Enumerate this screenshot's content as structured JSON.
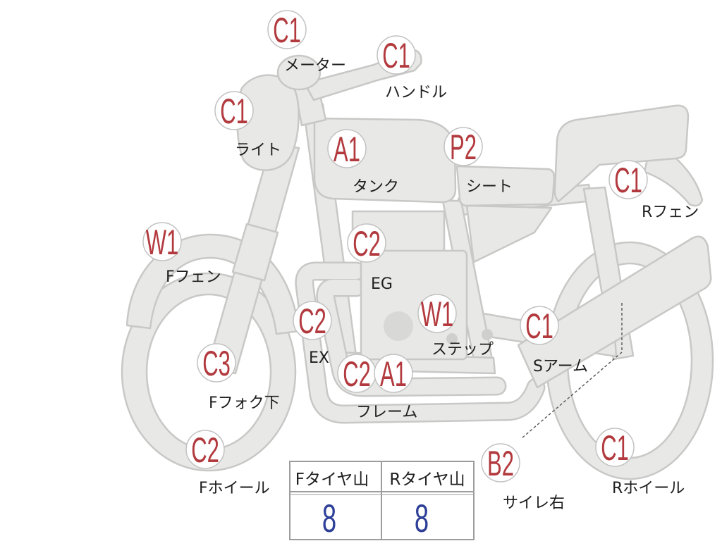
{
  "parts": {
    "meter": {
      "grade": "C1",
      "label": "メーター"
    },
    "handle": {
      "grade": "C1",
      "label": "ハンドル"
    },
    "light": {
      "grade": "C1",
      "label": "ライト"
    },
    "tank": {
      "grade": "A1",
      "label": "タンク"
    },
    "seat": {
      "grade": "P2",
      "label": "シート"
    },
    "rear_fender": {
      "grade": "C1",
      "label": "Rフェン"
    },
    "front_fender": {
      "grade": "W1",
      "label": "Fフェン"
    },
    "engine": {
      "grade": "C2",
      "label": "EG"
    },
    "exhaust": {
      "grade": "C2",
      "label": "EX"
    },
    "step": {
      "grade": "W1",
      "label": "ステップ"
    },
    "swing_arm": {
      "grade": "C1",
      "label": "Sアーム"
    },
    "front_fork_lower": {
      "grade": "C3",
      "label": "Fフォク下"
    },
    "frame": {
      "grades": [
        "C2",
        "A1"
      ],
      "label": "フレーム"
    },
    "front_wheel": {
      "grade": "C2",
      "label": "Fホイール"
    },
    "silencer_right": {
      "grade": "B2",
      "label": "サイレ右"
    },
    "rear_wheel": {
      "grade": "C1",
      "label": "Rホイール"
    }
  },
  "tire_table": {
    "headers": [
      "Fタイヤ山",
      "Rタイヤ山"
    ],
    "values": [
      8,
      8
    ]
  },
  "colors": {
    "grade_text": "#b23a3e",
    "value_text": "#2e3f98",
    "label_text": "#1e1e1e",
    "body_fill": "#e8e8e6",
    "body_stroke": "#c8c8c6",
    "badge_stroke": "#c2c2c2",
    "table_border": "#9c9c9c",
    "leader_line": "#555555"
  }
}
